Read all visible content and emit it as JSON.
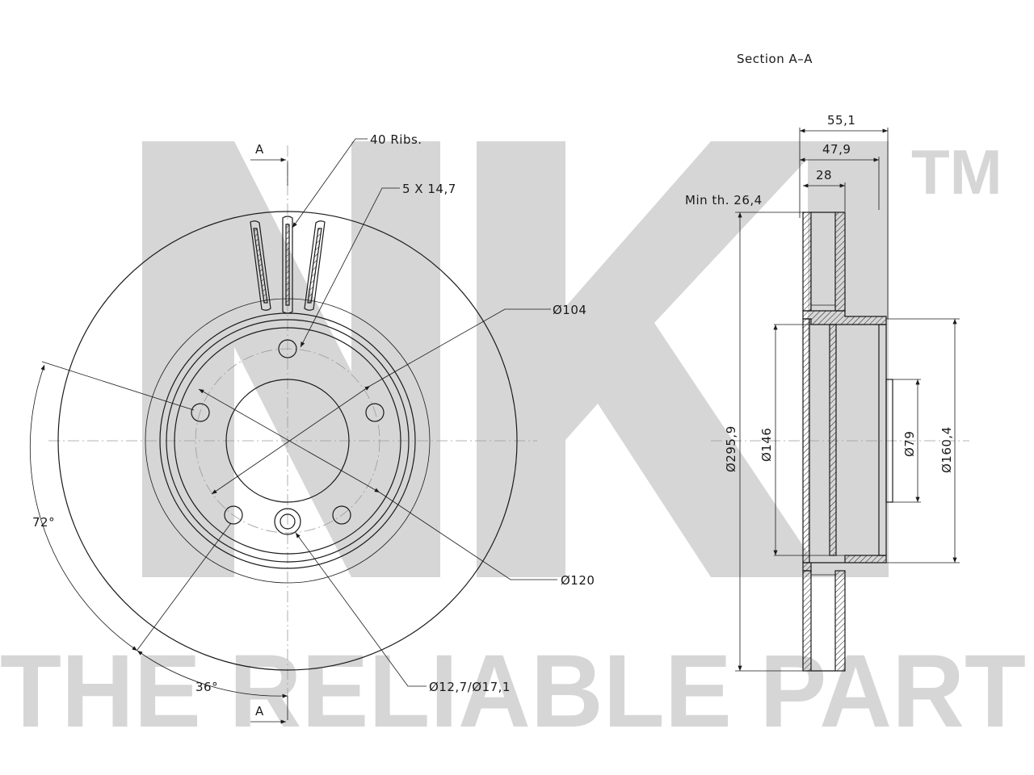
{
  "watermark": {
    "brand": "NK",
    "trademark": "TM",
    "tagline": "THE RELIABLE PART"
  },
  "front_view": {
    "section_marker_top": "A",
    "section_marker_bottom": "A",
    "ribs_label": "40 Ribs.",
    "holes_label": "5 X 14,7",
    "hub_diameter_label": "Ø104",
    "bolt_circle_label": "Ø120",
    "bolt_hole_label": "Ø12,7/Ø17,1",
    "angle_large_label": "72°",
    "angle_small_label": "36°"
  },
  "section_view": {
    "title": "Section A–A",
    "total_height_label": "55,1",
    "hat_height_label": "47,9",
    "thickness_label": "28",
    "min_thickness_label": "Min th. 26,4",
    "outer_diameter_label": "Ø295,9",
    "hat_diameter_label": "Ø146",
    "center_bore_label": "Ø79",
    "hat_outer_label": "Ø160,4"
  }
}
